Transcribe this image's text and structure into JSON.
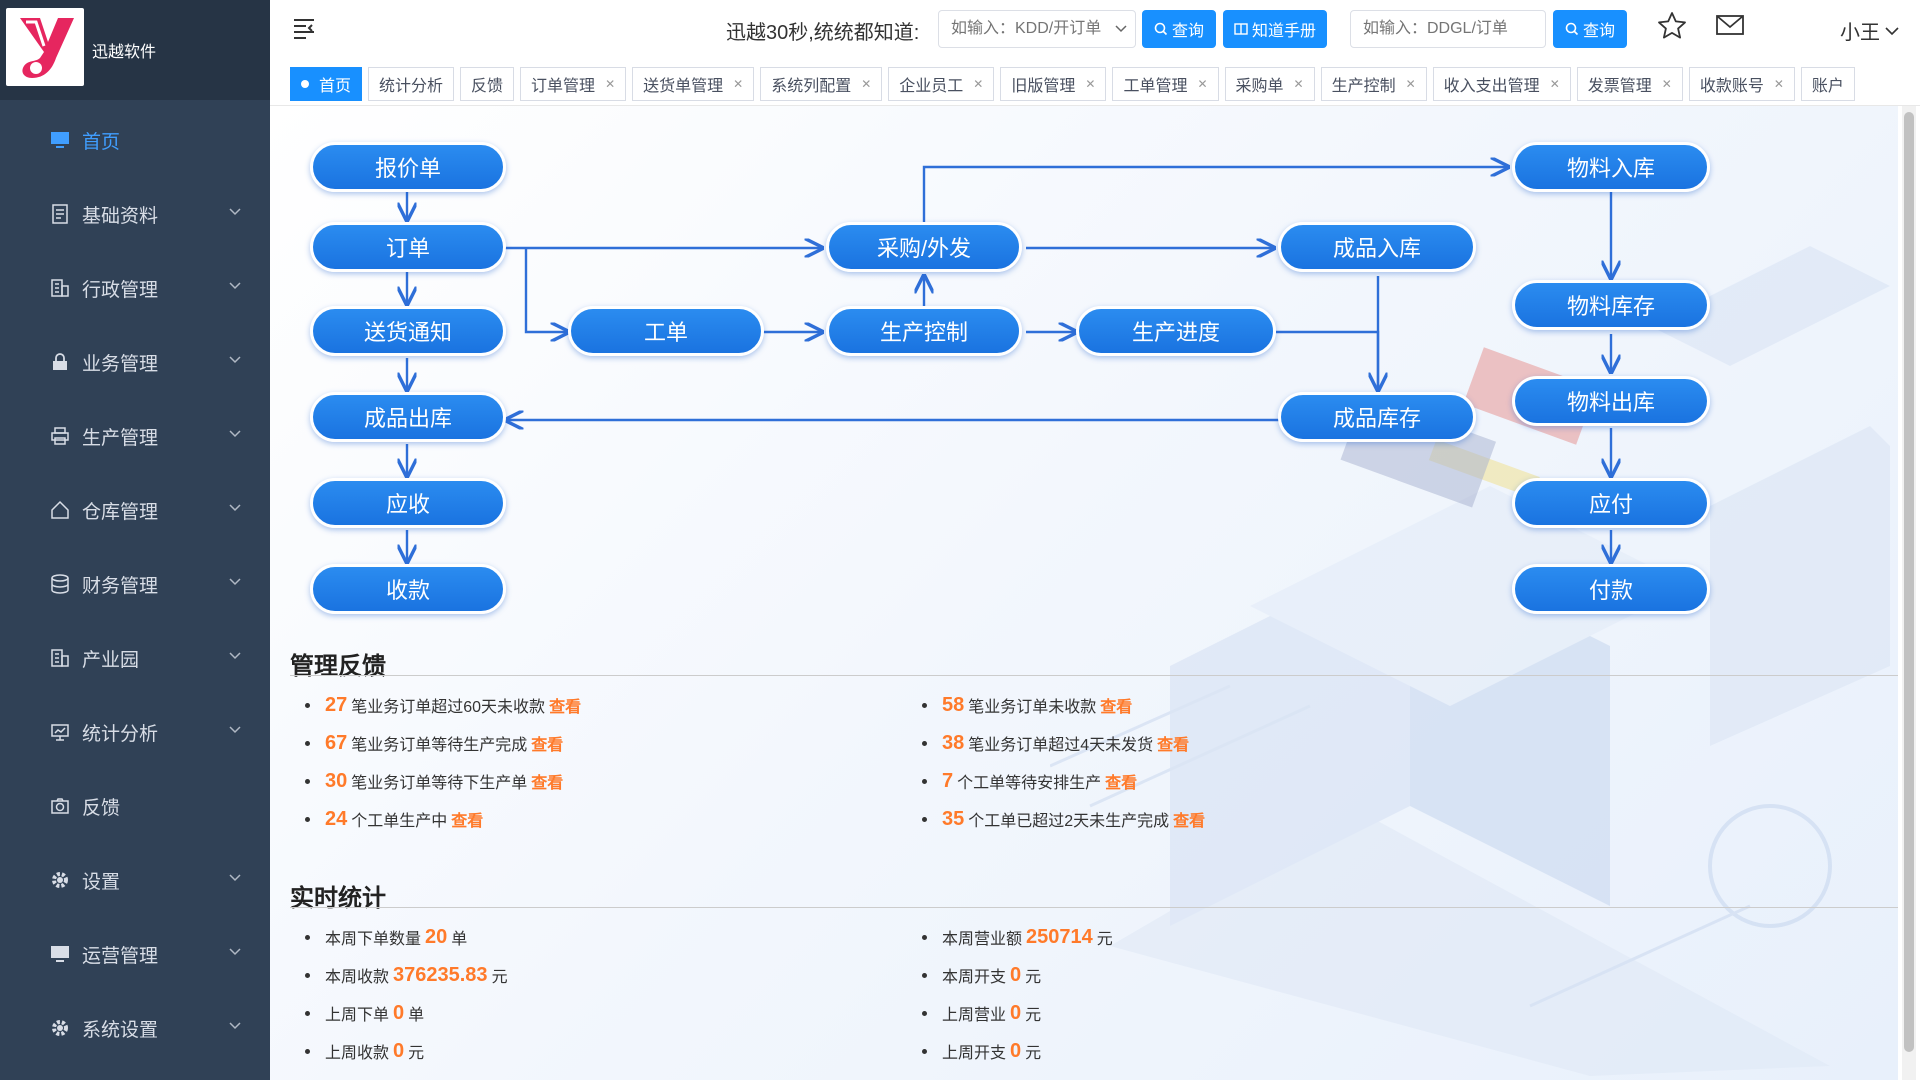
{
  "app": {
    "name": "迅越软件"
  },
  "sidebar": {
    "items": [
      {
        "label": "首页",
        "icon": "monitor-icon",
        "active": true
      },
      {
        "label": "基础资料",
        "icon": "document-icon"
      },
      {
        "label": "行政管理",
        "icon": "building-icon"
      },
      {
        "label": "业务管理",
        "icon": "lock-icon"
      },
      {
        "label": "生产管理",
        "icon": "printer-icon"
      },
      {
        "label": "仓库管理",
        "icon": "home-icon"
      },
      {
        "label": "财务管理",
        "icon": "database-icon"
      },
      {
        "label": "产业园",
        "icon": "building-icon"
      },
      {
        "label": "统计分析",
        "icon": "presentation-icon"
      },
      {
        "label": "反馈",
        "icon": "camera-icon"
      },
      {
        "label": "设置",
        "icon": "gear-icon"
      },
      {
        "label": "运营管理",
        "icon": "monitor-icon"
      },
      {
        "label": "系统设置",
        "icon": "gear-icon"
      }
    ]
  },
  "topbar": {
    "slogan": "迅越30秒,统统都知道:",
    "order_search_placeholder": "如输入：KDD/开订单",
    "query_label": "查询",
    "manual_label": "知道手册",
    "delivery_search_placeholder": "如输入：DDGL/订单",
    "user_name": "小王"
  },
  "tabs": [
    {
      "label": "首页",
      "active": true
    },
    {
      "label": "统计分析"
    },
    {
      "label": "反馈"
    },
    {
      "label": "订单管理",
      "closable": true
    },
    {
      "label": "送货单管理",
      "closable": true
    },
    {
      "label": "系统列配置",
      "closable": true
    },
    {
      "label": "企业员工",
      "closable": true
    },
    {
      "label": "旧版管理",
      "closable": true
    },
    {
      "label": "工单管理",
      "closable": true
    },
    {
      "label": "采购单",
      "closable": true
    },
    {
      "label": "生产控制",
      "closable": true
    },
    {
      "label": "收入支出管理",
      "closable": true
    },
    {
      "label": "发票管理",
      "closable": true
    },
    {
      "label": "收款账号",
      "closable": true
    },
    {
      "label": "账户"
    }
  ],
  "flow": {
    "baojia": "报价单",
    "dingdan": "订单",
    "songhuo": "送货通知",
    "chengpin_chuku": "成品出库",
    "yingshou": "应收",
    "shoukuan": "收款",
    "gongdan": "工单",
    "caigou": "采购/外发",
    "shengchan_kongzhi": "生产控制",
    "shengchan_jindu": "生产进度",
    "chengpin_ruku": "成品入库",
    "chengpin_kucun": "成品库存",
    "wuliao_ruku": "物料入库",
    "wuliao_kucun": "物料库存",
    "wuliao_chuku": "物料出库",
    "yingfu": "应付",
    "fukuan": "付款"
  },
  "feedback": {
    "title": "管理反馈",
    "link_label": "查看",
    "left": [
      {
        "num": "27",
        "text": "笔业务订单超过60天未收款"
      },
      {
        "num": "67",
        "text": "笔业务订单等待生产完成"
      },
      {
        "num": "30",
        "text": "笔业务订单等待下生产单"
      },
      {
        "num": "24",
        "text": "个工单生产中"
      }
    ],
    "right": [
      {
        "num": "58",
        "text": "笔业务订单未收款"
      },
      {
        "num": "38",
        "text": "笔业务订单超过4天未发货"
      },
      {
        "num": "7",
        "text": "个工单等待安排生产"
      },
      {
        "num": "35",
        "text": "个工单已超过2天未生产完成"
      }
    ]
  },
  "realtime": {
    "title": "实时统计",
    "left": [
      {
        "label": "本周下单数量",
        "num": "20",
        "unit": "单"
      },
      {
        "label": "本周收款",
        "num": "376235.83",
        "unit": "元"
      },
      {
        "label": "上周下单",
        "num": "0",
        "unit": "单"
      },
      {
        "label": "上周收款",
        "num": "0",
        "unit": "元"
      }
    ],
    "right": [
      {
        "label": "本周营业额",
        "num": "250714",
        "unit": "元"
      },
      {
        "label": "本周开支",
        "num": "0",
        "unit": "元"
      },
      {
        "label": "上周营业",
        "num": "0",
        "unit": "元"
      },
      {
        "label": "上周开支",
        "num": "0",
        "unit": "元"
      }
    ]
  },
  "colors": {
    "sidebar_bg": "#304156",
    "accent": "#1890ff",
    "highlight": "#ff7a2a",
    "brand": "#e6265f"
  }
}
